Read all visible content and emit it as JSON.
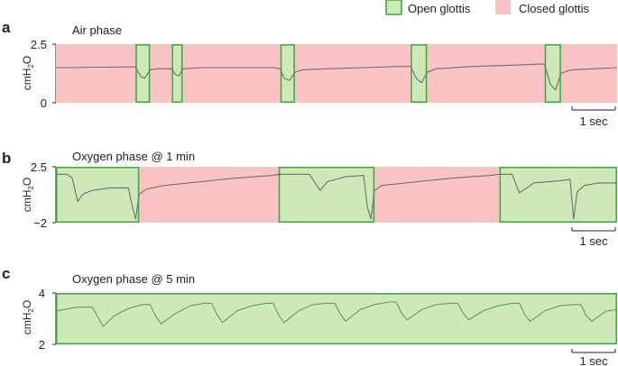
{
  "legend": {
    "open_label": "Open glottis",
    "closed_label": "Closed glottis",
    "open_color": "#cfe8b8",
    "open_stroke": "#2fae3c",
    "closed_color": "#f9c3c3"
  },
  "trace_color_closed": "#6e6e6e",
  "trace_color_open": "#5c9e54",
  "scale_bar_label": "1 sec",
  "ylabel": "cmH2O",
  "chart_data": [
    {
      "type": "line",
      "panel_label": "a",
      "title": "Air phase",
      "ylabel": "cmH2O",
      "ylim": [
        0,
        2.5
      ],
      "yticks": [
        "2.5",
        "0"
      ],
      "xlim": [
        0,
        15.5
      ],
      "scale_bar": {
        "length_sec": 1,
        "label": "1 sec"
      },
      "background": "closed",
      "open_intervals": [
        [
          2.2,
          2.6
        ],
        [
          3.2,
          3.5
        ],
        [
          6.2,
          6.6
        ],
        [
          9.8,
          10.25
        ],
        [
          13.5,
          13.95
        ]
      ],
      "series": [
        {
          "x": [
            0,
            0.5,
            1,
            1.5,
            2,
            2.2,
            2.35,
            2.45,
            2.6,
            2.8,
            3.2,
            3.3,
            3.4,
            3.5,
            4,
            5,
            6,
            6.2,
            6.3,
            6.45,
            6.6,
            6.8,
            7.5,
            8.5,
            9.5,
            9.8,
            9.95,
            10.1,
            10.25,
            10.5,
            11.5,
            12.5,
            13.4,
            13.5,
            13.65,
            13.8,
            13.95,
            14.2,
            15.5
          ],
          "y": [
            1.5,
            1.5,
            1.52,
            1.52,
            1.53,
            1.53,
            1.1,
            1.05,
            1.4,
            1.45,
            1.45,
            1.2,
            1.15,
            1.45,
            1.5,
            1.5,
            1.5,
            1.45,
            1.05,
            0.95,
            1.3,
            1.4,
            1.45,
            1.5,
            1.55,
            1.55,
            1.05,
            0.85,
            1.3,
            1.45,
            1.55,
            1.6,
            1.65,
            1.65,
            0.8,
            0.55,
            1.25,
            1.4,
            1.5
          ]
        }
      ]
    },
    {
      "type": "line",
      "panel_label": "b",
      "title": "Oxygen phase @ 1 min",
      "ylabel": "cmH2O",
      "ylim": [
        -2,
        2.5
      ],
      "yticks": [
        "2.5",
        "−2"
      ],
      "xlim": [
        0,
        15.5
      ],
      "scale_bar": {
        "length_sec": 1,
        "label": "1 sec"
      },
      "background": "closed",
      "open_intervals": [
        [
          0,
          2.3
        ],
        [
          6.15,
          8.8
        ],
        [
          12.25,
          15.5
        ]
      ],
      "series": [
        {
          "x": [
            0,
            0.3,
            0.45,
            0.6,
            0.75,
            1,
            1.5,
            2,
            2.1,
            2.2,
            2.3,
            2.5,
            3,
            4,
            5,
            6,
            6.15,
            6.5,
            7,
            7.3,
            7.5,
            8,
            8.5,
            8.6,
            8.7,
            8.8,
            9,
            10,
            11,
            12,
            12.25,
            12.6,
            12.8,
            13.2,
            14,
            14.2,
            14.3,
            14.4,
            14.6,
            15,
            15.5
          ],
          "y": [
            1.9,
            1.9,
            1.6,
            -0.3,
            0.3,
            0.6,
            0.8,
            0.8,
            -0.6,
            -1.7,
            0.3,
            0.7,
            1.0,
            1.3,
            1.6,
            1.8,
            1.9,
            1.9,
            1.9,
            0.6,
            1.3,
            1.7,
            1.8,
            -0.7,
            -1.7,
            0.6,
            1.0,
            1.3,
            1.6,
            1.8,
            1.9,
            1.9,
            0.4,
            1.2,
            1.4,
            1.5,
            -1.7,
            0.5,
            1.0,
            1.2,
            1.2
          ]
        }
      ]
    },
    {
      "type": "line",
      "panel_label": "c",
      "title": "Oxygen phase @ 5 min",
      "ylabel": "cmH2O",
      "ylim": [
        2,
        4
      ],
      "yticks": [
        "4",
        "2"
      ],
      "xlim": [
        0,
        15.5
      ],
      "scale_bar": {
        "length_sec": 1,
        "label": "1 sec"
      },
      "background": "open",
      "open_intervals": [
        [
          0,
          15.5
        ]
      ],
      "series": [
        {
          "x": [
            0,
            0.6,
            1.0,
            1.15,
            1.3,
            1.6,
            2.0,
            2.4,
            2.6,
            2.75,
            2.9,
            3.3,
            3.7,
            4.1,
            4.3,
            4.45,
            4.6,
            5.0,
            5.4,
            5.8,
            6.0,
            6.15,
            6.3,
            6.7,
            7.1,
            7.5,
            7.7,
            7.85,
            8.0,
            8.4,
            8.8,
            9.2,
            9.4,
            9.55,
            9.7,
            10.1,
            10.5,
            10.9,
            11.1,
            11.25,
            11.4,
            11.8,
            12.2,
            12.6,
            12.8,
            12.95,
            13.1,
            13.5,
            13.9,
            14.3,
            14.5,
            14.65,
            14.8,
            15.2,
            15.5
          ],
          "y": [
            3.3,
            3.45,
            3.45,
            3.1,
            2.7,
            3.1,
            3.4,
            3.55,
            3.55,
            3.1,
            2.8,
            3.2,
            3.5,
            3.6,
            3.6,
            3.15,
            2.85,
            3.3,
            3.5,
            3.6,
            3.6,
            3.15,
            2.85,
            3.3,
            3.55,
            3.6,
            3.6,
            3.2,
            2.9,
            3.35,
            3.55,
            3.65,
            3.65,
            3.2,
            2.95,
            3.35,
            3.55,
            3.6,
            3.6,
            3.2,
            2.95,
            3.3,
            3.5,
            3.6,
            3.6,
            3.15,
            2.9,
            3.3,
            3.5,
            3.55,
            3.55,
            3.1,
            2.9,
            3.3,
            3.35
          ]
        }
      ]
    }
  ]
}
